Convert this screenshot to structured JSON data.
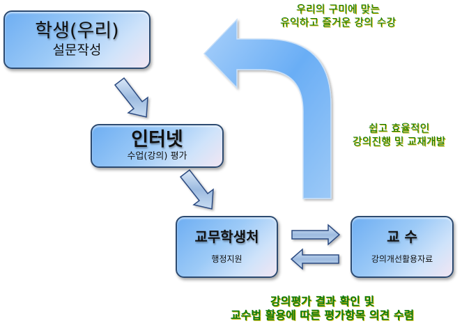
{
  "nodes": {
    "student": {
      "title": "학생(우리)",
      "subtitle": "설문작성"
    },
    "internet": {
      "title": "인터넷",
      "subtitle": "수업(강의) 평가"
    },
    "academic_office": {
      "title": "교무학생처",
      "subtitle": "행정지원"
    },
    "professor": {
      "title": "교 수",
      "subtitle": "강의개선활용자료"
    }
  },
  "notes": {
    "top": {
      "line1": "우리의 구미에 맞는",
      "line2": "유익하고 즐거운 강의 수강"
    },
    "right": {
      "line1": "쉽고 효율적인",
      "line2": "강의진행 및 교재개발"
    },
    "bottom": {
      "line1": "강의평가 결과 확인 및",
      "line2": "교수법 활용에 따른 평가항목 의견 수렴"
    }
  },
  "colors": {
    "box_border": "#2c4a70",
    "note_text": "#0b7a12",
    "arrow_fill": "#7fb8f5"
  }
}
